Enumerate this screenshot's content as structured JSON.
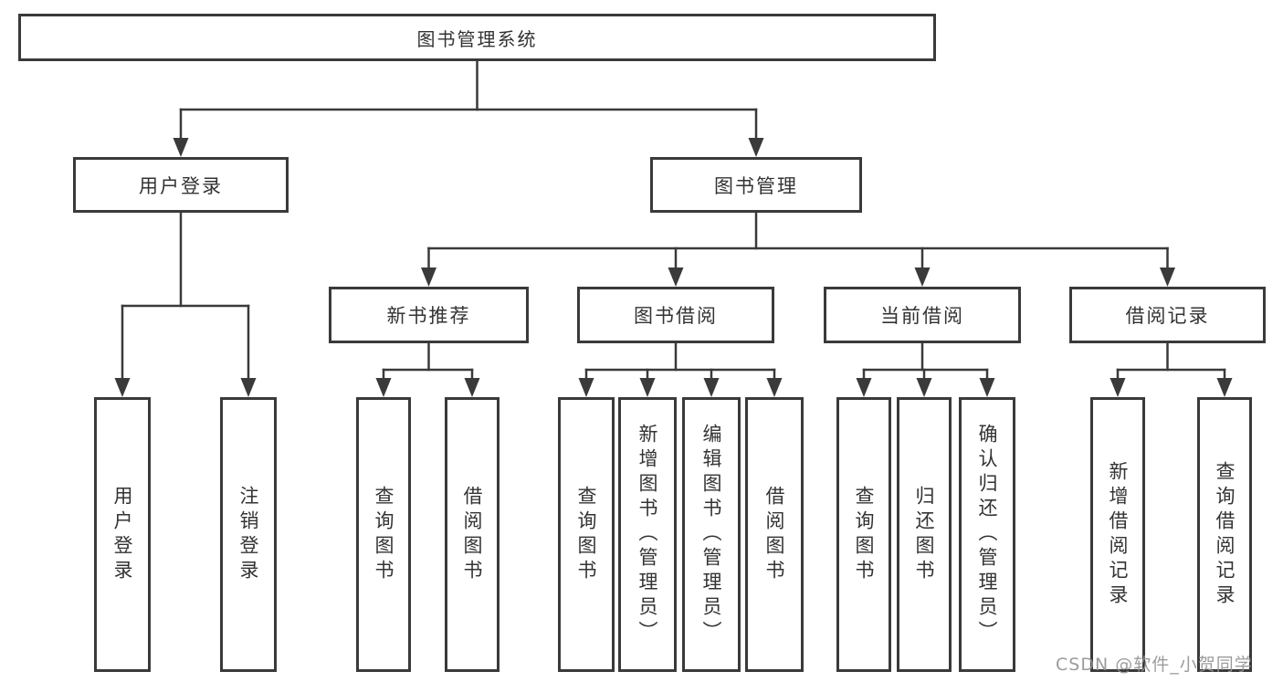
{
  "nodes": {
    "root": {
      "label": "图书管理系统"
    },
    "user_login": {
      "label": "用户登录"
    },
    "book_mgmt": {
      "label": "图书管理"
    },
    "new_book_rec": {
      "label": "新书推荐"
    },
    "book_borrow": {
      "label": "图书借阅"
    },
    "current_borrow": {
      "label": "当前借阅"
    },
    "borrow_records": {
      "label": "借阅记录"
    },
    "leaf_user_login": {
      "label": "用户登录"
    },
    "leaf_logout": {
      "label": "注销登录"
    },
    "leaf_nbr_query": {
      "label": "查询图书"
    },
    "leaf_nbr_borrow": {
      "label": "借阅图书"
    },
    "leaf_bb_query": {
      "label": "查询图书"
    },
    "leaf_bb_add": {
      "label": "新增图书（管理员）"
    },
    "leaf_bb_edit": {
      "label": "编辑图书（管理员）"
    },
    "leaf_bb_borrow": {
      "label": "借阅图书"
    },
    "leaf_cb_query": {
      "label": "查询图书"
    },
    "leaf_cb_return": {
      "label": "归还图书"
    },
    "leaf_cb_confirm": {
      "label": "确认归还（管理员）"
    },
    "leaf_br_add": {
      "label": "新增借阅记录"
    },
    "leaf_br_query": {
      "label": "查询借阅记录"
    }
  },
  "tree": [
    {
      "parent": "root",
      "children": [
        "user_login",
        "book_mgmt"
      ]
    },
    {
      "parent": "user_login",
      "children": [
        "leaf_user_login",
        "leaf_logout"
      ]
    },
    {
      "parent": "book_mgmt",
      "children": [
        "new_book_rec",
        "book_borrow",
        "current_borrow",
        "borrow_records"
      ]
    },
    {
      "parent": "new_book_rec",
      "children": [
        "leaf_nbr_query",
        "leaf_nbr_borrow"
      ]
    },
    {
      "parent": "book_borrow",
      "children": [
        "leaf_bb_query",
        "leaf_bb_add",
        "leaf_bb_edit",
        "leaf_bb_borrow"
      ]
    },
    {
      "parent": "current_borrow",
      "children": [
        "leaf_cb_query",
        "leaf_cb_return",
        "leaf_cb_confirm"
      ]
    },
    {
      "parent": "borrow_records",
      "children": [
        "leaf_br_add",
        "leaf_br_query"
      ]
    }
  ],
  "watermark": "CSDN @软件_小贺同学",
  "colors": {
    "line": "#3a3a3a",
    "box_border": "#3a3a3a",
    "text": "#333333",
    "background": "#ffffff",
    "watermark": "#949494"
  }
}
